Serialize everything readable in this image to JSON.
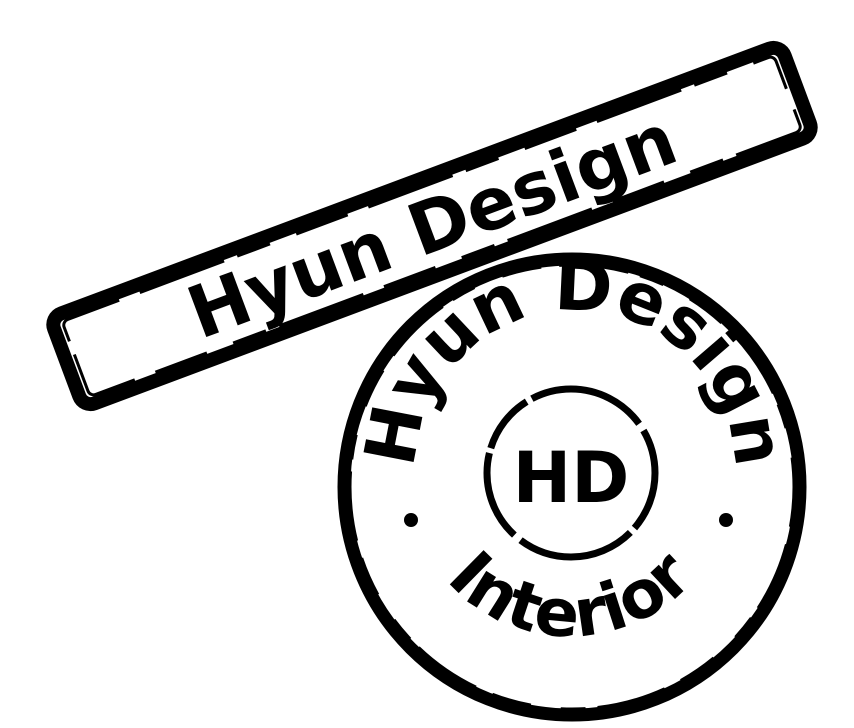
{
  "logo": {
    "banner_text": "Hyun Design",
    "seal_top_text": "Hyun Design",
    "seal_bottom_text": "Interior",
    "monogram": "HD"
  },
  "colors": {
    "ink": "#000000",
    "paper": "#ffffff"
  }
}
